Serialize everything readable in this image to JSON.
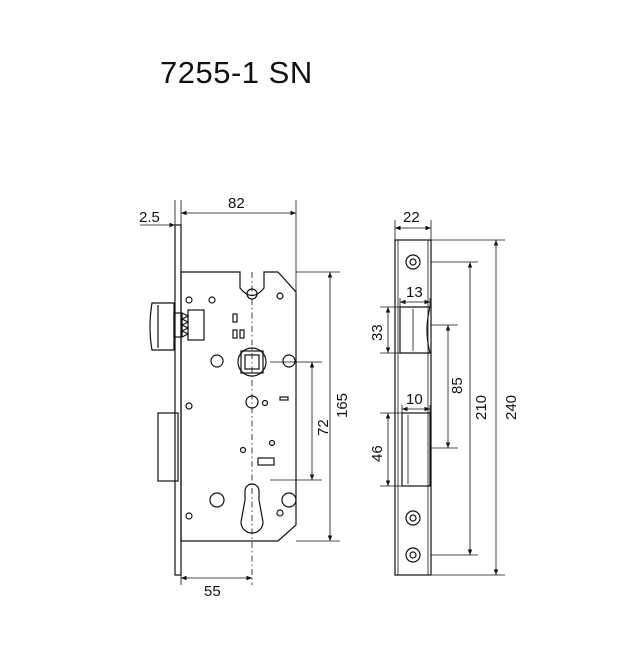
{
  "title": "7255-1 SN",
  "dimensions": {
    "backset_offset": "2.5",
    "case_depth": "82",
    "backset": "55",
    "case_height": "165",
    "spindle_to_cylinder": "72",
    "faceplate_width": "22",
    "latch_width": "13",
    "latch_height": "33",
    "deadbolt_width": "10",
    "deadbolt_height": "46",
    "latch_to_bolt": "85",
    "screw_spacing": "210",
    "faceplate_length": "240"
  }
}
